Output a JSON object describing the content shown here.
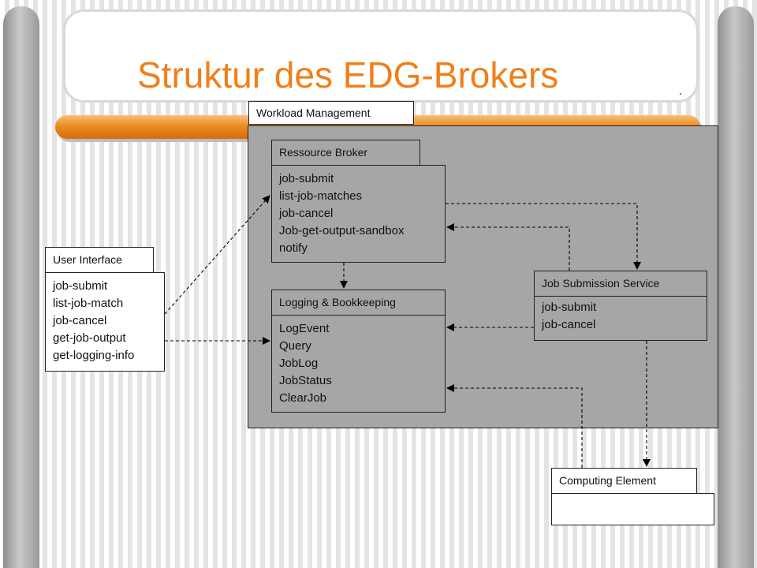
{
  "slide": {
    "title": "Struktur des EDG-Brokers"
  },
  "workload_management": {
    "label": "Workload Management"
  },
  "ressource_broker": {
    "label": "Ressource Broker",
    "items": [
      "job-submit",
      "list-job-matches",
      "job-cancel",
      "Job-get-output-sandbox",
      "notify"
    ]
  },
  "logging_bookkeeping": {
    "label": "Logging & Bookkeeping",
    "items": [
      "LogEvent",
      "Query",
      "JobLog",
      "JobStatus",
      "ClearJob"
    ]
  },
  "job_submission_service": {
    "label": "Job Submission Service",
    "items": [
      "job-submit",
      "job-cancel"
    ]
  },
  "user_interface": {
    "label": "User Interface",
    "items": [
      "job-submit",
      "list-job-match",
      "job-cancel",
      "get-job-output",
      "get-logging-info"
    ]
  },
  "computing_element": {
    "label": "Computing Element"
  },
  "colors": {
    "title": "#f07f19",
    "panel_grey": "#a6a6a6",
    "accent_bar": "#ee8b22"
  }
}
